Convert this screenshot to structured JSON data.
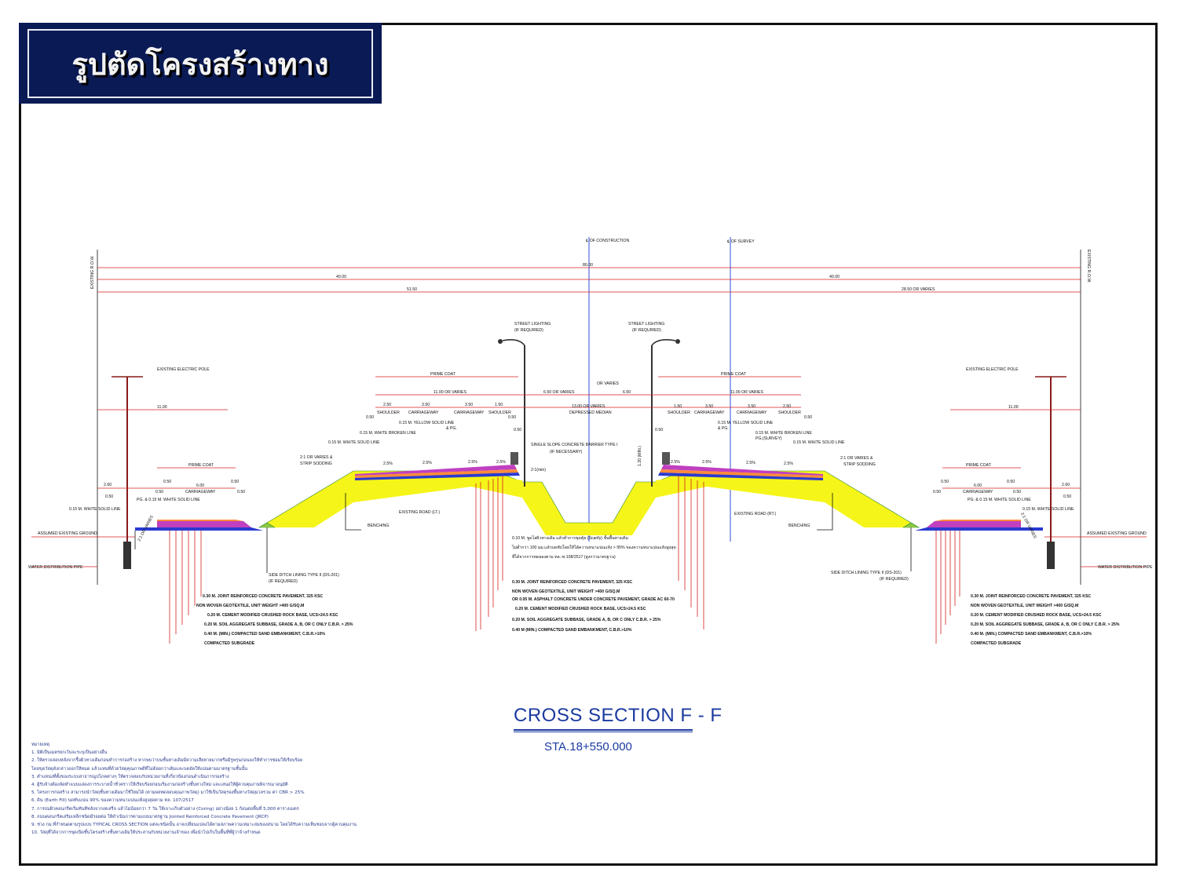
{
  "title": "รูปตัดโครงสร้างทาง",
  "section": {
    "title": "CROSS SECTION F - F",
    "station": "STA.18+550.000"
  },
  "centerlines": {
    "construction": "℄ OF CONSTRUCTION",
    "survey": "℄ OF SURVEY"
  },
  "row_labels": {
    "left": "EXISTING R.O.W.",
    "right": "EXISTING R.O.W."
  },
  "dimensions": {
    "total": "80.00",
    "left_half": "40.00",
    "right_half": "40.00",
    "left_offset": "51.50",
    "right_offset": "28.50 OR VARIES",
    "pole_left": "11.00",
    "pole_right": "11.00",
    "carriage_left": "11.00 OR VARIES",
    "median_left": "6.50 OR VARIES",
    "median_right": "6.50",
    "carriage_right": "11.00 OR VARIES",
    "median_total": "13.00 OR VARIES",
    "or_varies": "OR VARIES",
    "shoulder_250": "2.50",
    "lane_350": "3.50",
    "shoulder_150": "1.50",
    "d050": "0.50",
    "d260": "2.60",
    "d600": "6.00"
  },
  "labels": {
    "prime_coat": "PRIME COAT",
    "shoulder": "SHOULDER",
    "carriageway": "CARRIAGEWAY",
    "depressed_median": "DEPRESSED MEDIAN",
    "street_lighting": "STREET LIGHTING",
    "if_required": "(IF REQUIRED)",
    "existing_pole": "EXISTING ELECTRIC POLE",
    "yellow_line": "0.15 M. YELLOW SOLID LINE",
    "pg": "& PG.",
    "pg_survey": "PG.(SURVEY)",
    "white_broken": "0.15 M. WHITE BROKEN LINE",
    "white_solid": "0.15 M. WHITE SOLID LINE",
    "pg_white": "PG. & 0.15 M. WHITE SOLID LINE",
    "barrier": "SINGLE SLOPE CONCRETE BARRIER TYPE I",
    "if_necessary": "(IF NECESSARY)",
    "slope": "2:1 OR VARIES &",
    "strip_sodding": "STRIP SODDING",
    "slope_2_1": "2:1 OR VARIES",
    "slope_min": "2:1(min)",
    "existing_road_lt": "EXISTING ROAD (LT.)",
    "existing_road_rt": "EXISTING ROAD (RT.)",
    "benching": "BENCHING",
    "assumed_ground": "ASSUMED EXISTING GROUND",
    "water_pipe": "WATER DISTRIBUTION PIPE",
    "side_ditch": "SIDE DITCH LINING TYPE II (DS-201)",
    "pct": "2.5%",
    "min": "1.20 (MIN.)",
    "scarify_1": "0.10 M. ขูดไสผิวทางเดิม แล้วทำการขุดคุ้ย (Scarify) ชั้นพื้นทางเดิม",
    "scarify_2": "ไม่ต่ำกว่า 100 มม.แล้วบดทับโดยให้ได้ความหนาแน่นแห้ง > 95% ของความหนาแน่นแห้งสูงสุด",
    "scarify_3": "ที่ได้จากการทดลองตาม ทล.-ท.108/2517 (สูงกว่ามาตรฐาน)"
  },
  "layers_side": [
    "0.30 M. JOINT REINFORCED CONCRETE PAVEMENT, 325 KSC",
    "NON WOVEN GEOTEXTILE, UNIT WEIGHT >400 G/SQ.M",
    "0.20 M. CEMENT MODIFIED CRUSHED ROCK BASE, UCS>24.5 KSC",
    "0.20 M. SOIL AGGREGATE SUBBASE, GRADE A, B, OR C ONLY   C.B.R. > 25%",
    "0.40 M. (MIN.) COMPACTED SAND EMBANKMENT, C.B.R.>10%",
    "COMPACTED SUBGRADE"
  ],
  "layers_main": [
    "0.30 M. JOINT REINFORCED CONCRETE PAVEMENT, 325 KSC",
    "NON WOVEN GEOTEXTILE, UNIT WEIGHT >400 G/SQ.M",
    "OR 0.05 M. ASPHALT CONCRETE UNDER CONCRETE PAVEMENT, GRADE AC 60-70",
    "0.20 M. CEMENT MODIFIED CRUSHED ROCK BASE, UCS>24.5 KSC",
    "0.20 M. SOIL AGGREGATE SUBBASE, GRADE A, B, OR C ONLY   C.B.R. > 25%",
    "0.40 M (MIN.) COMPACTED SAND EMBANKMENT, C.B.R.>10%"
  ],
  "notes": [
    "หมายเหตุ",
    "1. มิติเป็นเมตรยกเว้นจะระบุเป็นอย่างอื่น",
    "2. ให้ตรวจสอบหลังจากรื้อผิวทางเดิมก่อนทำการก่อสร้าง หากพบว่าบนชั้นทางเดิมมีความเสียหายมากหรือมีรูพรุนก่อนลงให้ทำการซ่อมให้เรียบร้อย",
    "    โดยขุดวัสดุดังกล่าวออกให้หมด แล้วแทนที่ด้วยวัสดุคุณภาพดีที่ไม่ด้อยกว่าเดิมและบดอัดให้แน่นตามมาตรฐานชั้นนั้น",
    "3. ตำแหน่งที่ตั้งของระบบสาธารณูปโภคต่างๆ ให้ตรวจสอบกับหน่วยงานที่เกี่ยวข้องก่อนดำเนินการก่อสร้าง",
    "4. ผู้รับจ้างต้องจัดทำแบบแสดงการระบายน้ำชั่วคราวให้เรียบร้อยก่อนเริ่มงานก่อสร้างชั้นทางใหม่ และเสนอให้ผู้ควบคุมงานพิจารณาอนุมัติ",
    "5. โครงการก่อสร้าง สามารถนำวัสดุชั้นทางเดิมมาใช้ใหม่ได้ (ตามผลทดสอบคุณภาพวัสดุ) มาใช้เป็นวัสดุรองพื้นทางวัสดุมวลรวม ค่า CBR > 25%",
    "6. ดิน (Earth Fill) บดทับแน่น 90% ของความหนาแน่นแห้งสูงสุดตาม ทล. 107/2517",
    "7. การบ่มผิวคอนกรีตเริ่มทันทีหลังจากเทเสร็จ แล้วไม่น้อยกว่า 7 วัน ให้เจาะเก็บตัวอย่าง (Coring) อย่างน้อย 1 ก้อนต่อพื้นที่ 5,000 ตารางเมตร",
    "8. ถนนคอนกรีตเสริมเหล็กชนิดมีรอยต่อ ให้ดำเนินการตามแบบมาตรฐาน Jointed Reinforced Concrete Pavement (JRCP)",
    "9. ช่วง กม.ที่กำหนดตามรูปแบบ TYPICAL CROSS SECTION แต่ละชนิดนั้น อาจเปลี่ยนแปลงได้ตามสภาพความเหมาะสมของสนาม โดยได้รับความเห็นชอบจากผู้ควบคุมงาน",
    "10. วัสดุที่ได้จากการขุดเปิดชั้นโครงสร้างชั้นทางเดิมให้ประสานกับหน่วยงานเจ้าของ เพื่อนำไปเก็บในพื้นที่ที่ผู้ว่าจ้างกำหนด"
  ],
  "colors": {
    "fill": "#f5f51a",
    "pavement": "#c040c0",
    "dim_red": "#d62020",
    "cl_blue": "#1a3ad0",
    "title_bg": "#0a1a55"
  }
}
